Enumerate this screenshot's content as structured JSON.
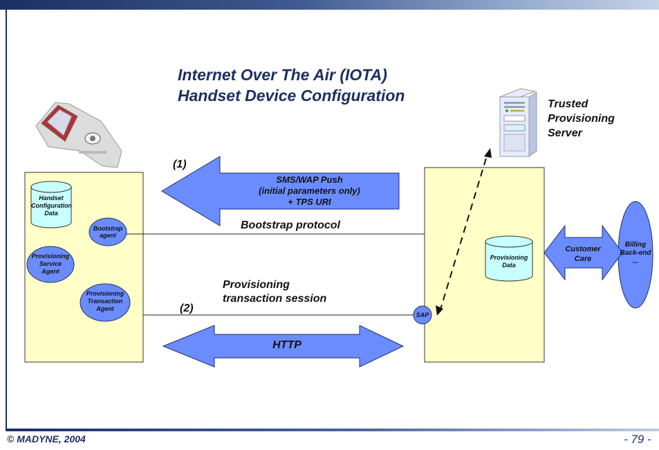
{
  "title": {
    "line1": "Internet Over The Air (IOTA)",
    "line2": "Handset Device Configuration"
  },
  "server": {
    "label_line1": "Trusted",
    "label_line2": "Provisioning",
    "label_line3": "Server",
    "icon": "server-tower-icon"
  },
  "handset": {
    "icon": "mobile-phone-icon",
    "config_data": [
      "Handset",
      "Configuration",
      "Data"
    ],
    "bootstrap_agent": [
      "Bootstrap",
      "agent"
    ],
    "provisioning_service_agent": [
      "Provisioning",
      "Service",
      "Agent"
    ],
    "provisioning_transaction_agent": [
      "Provisioning",
      "Transaction",
      "Agent"
    ]
  },
  "provider": {
    "provisioning_data": [
      "Provisioning",
      "Data"
    ],
    "sap": "SAP",
    "customer_care": [
      "Customer",
      "Care"
    ],
    "billing": [
      "Billing",
      "Back-end",
      "..."
    ]
  },
  "messages": {
    "step1": "(1)",
    "push": [
      "SMS/WAP Push",
      "(initial parameters only)",
      "+ TPS URI"
    ],
    "bootstrap_protocol": "Bootstrap protocol",
    "provisioning_session": [
      "Provisioning",
      "transaction session"
    ],
    "step2": "(2)",
    "http": "HTTP"
  },
  "colors": {
    "accent_dark": "#1c2f63",
    "box_fill": "#ffffc8",
    "arrow_fill": "#6b8cff",
    "cylinder_fill": "#c8ffff"
  },
  "footer": {
    "copyright": "© MADYNE, 2004",
    "page": "- 79 -"
  }
}
